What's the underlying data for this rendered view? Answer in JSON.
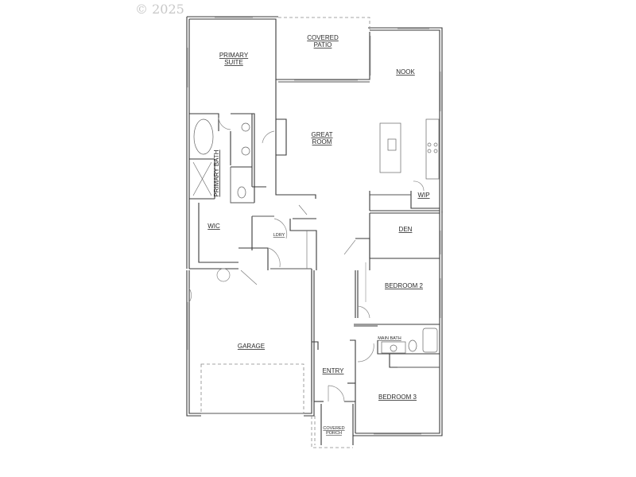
{
  "copyright": "© 2025",
  "floor_plan": {
    "rooms": [
      {
        "id": "primary_suite",
        "label_line1": "PRIMARY",
        "label_line2": "SUITE"
      },
      {
        "id": "covered_patio",
        "label_line1": "COVERED",
        "label_line2": "PATIO"
      },
      {
        "id": "nook",
        "label_line1": "NOOK"
      },
      {
        "id": "great_room",
        "label_line1": "GREAT",
        "label_line2": "ROOM"
      },
      {
        "id": "primary_bath",
        "label_line1": "PRIMARY BATH"
      },
      {
        "id": "wic",
        "label_line1": "WIC"
      },
      {
        "id": "laundry",
        "label_line1": "LDRY"
      },
      {
        "id": "wip",
        "label_line1": "WIP"
      },
      {
        "id": "den",
        "label_line1": "DEN"
      },
      {
        "id": "bedroom_2",
        "label_line1": "BEDROOM 2"
      },
      {
        "id": "main_bath",
        "label_line1": "MAIN BATH"
      },
      {
        "id": "garage",
        "label_line1": "GARAGE"
      },
      {
        "id": "entry",
        "label_line1": "ENTRY"
      },
      {
        "id": "bedroom_3",
        "label_line1": "BEDROOM 3"
      },
      {
        "id": "covered_porch",
        "label_line1": "COVERED",
        "label_line2": "PORCH"
      }
    ]
  }
}
